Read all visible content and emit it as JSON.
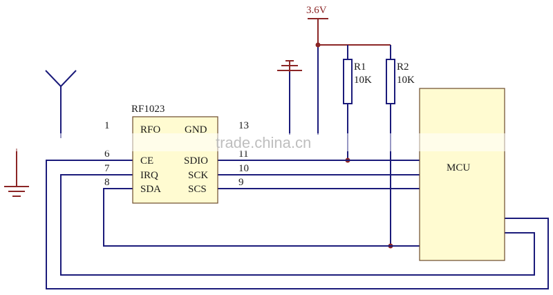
{
  "chip": {
    "name": "RF1023",
    "pins_left": [
      "RFO",
      "CE",
      "IRQ",
      "SDA"
    ],
    "pins_right": [
      "GND",
      "SDIO",
      "SCK",
      "SCS"
    ],
    "numbers_left": [
      "1",
      "6",
      "7",
      "8"
    ],
    "numbers_right": [
      "13",
      "11",
      "10",
      "9"
    ]
  },
  "power": {
    "label": "3.6V"
  },
  "resistors": [
    {
      "ref": "R1",
      "value": "10K"
    },
    {
      "ref": "R2",
      "value": "10K"
    }
  ],
  "mcu": {
    "label": "MCU"
  },
  "watermark": "trade.china.cn",
  "colors": {
    "wire": "#1a1a7a",
    "power_wire": "#8b2525",
    "chip_fill": "#fffbd1"
  }
}
